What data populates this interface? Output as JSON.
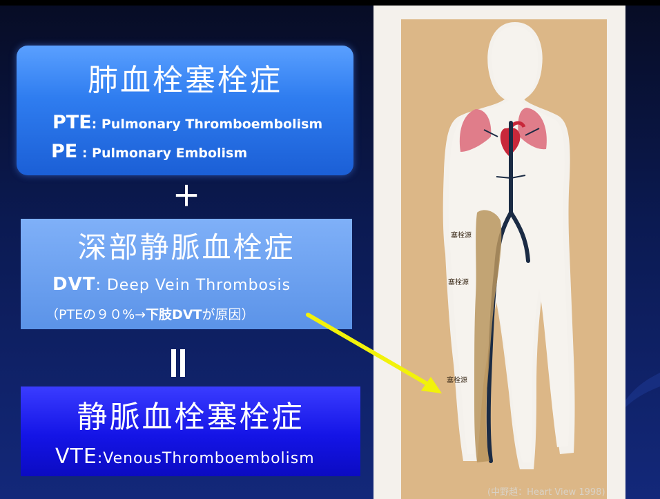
{
  "pte": {
    "title": "肺血栓塞栓症",
    "line1_abbr": "PTE",
    "line1_text": ": Pulmonary  Thromboembolism",
    "line2_abbr": "PE",
    "line2_text": " : Pulmonary Embolism"
  },
  "plus_sign": "＋",
  "dvt": {
    "title": "深部静脈血栓症",
    "line1_abbr": "DVT",
    "line1_text": ": Deep Vein Thrombosis",
    "line2_pre": "（PTEの９０%→",
    "line2_bold": "下肢DVT",
    "line2_post": "が原因）"
  },
  "vte": {
    "title": "静脈血栓塞栓症",
    "line1_abbr": "VTE",
    "line1_text": ":VenousThromboembolism"
  },
  "illustration": {
    "labels": [
      "塞栓源",
      "塞栓源",
      "塞栓源"
    ],
    "credit": "(中野趙：Heart View 1998)"
  },
  "colors": {
    "arrow": "#f2f20a",
    "board": "#dcb787",
    "artery": "#c8283a",
    "vein": "#1b2b44",
    "lung": "#e07d8a"
  }
}
